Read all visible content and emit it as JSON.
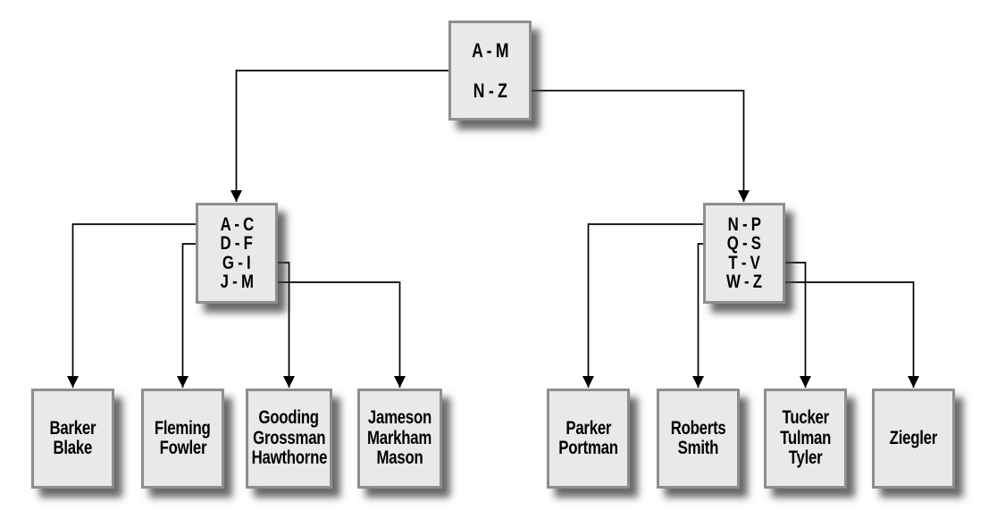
{
  "diagram": {
    "type": "b-tree-index-tree",
    "background_color": "#ffffff",
    "box_fill_color": "#e9e9e9",
    "box_border_color": "#8e8e8e",
    "line_color": "#000000",
    "shadow_color": "#404040",
    "root_node": {
      "entries": [
        "A - M",
        "N - Z"
      ]
    },
    "internal_nodes": [
      {
        "entries": [
          "A - C",
          "D - F",
          "G - I",
          "J - M"
        ]
      },
      {
        "entries": [
          "N - P",
          "Q - S",
          "T - V",
          "W - Z"
        ]
      }
    ],
    "leaf_nodes": [
      {
        "names": [
          "Barker",
          "Blake"
        ]
      },
      {
        "names": [
          "Fleming",
          "Fowler"
        ]
      },
      {
        "names": [
          "Gooding",
          "Grossman",
          "Hawthorne"
        ]
      },
      {
        "names": [
          "Jameson",
          "Markham",
          "Mason"
        ]
      },
      {
        "names": [
          "Parker",
          "Portman"
        ]
      },
      {
        "names": [
          "Roberts",
          "Smith"
        ]
      },
      {
        "names": [
          "Tucker",
          "Tulman",
          "Tyler"
        ]
      },
      {
        "names": [
          "Ziegler"
        ]
      }
    ],
    "edges": [
      {
        "from": "root A - M",
        "to": "internal A-C..J-M"
      },
      {
        "from": "root N - Z",
        "to": "internal N-P..W-Z"
      },
      {
        "from": "internal A - C",
        "to": "leaf Barker/Blake"
      },
      {
        "from": "internal D - F",
        "to": "leaf Fleming/Fowler"
      },
      {
        "from": "internal G - I",
        "to": "leaf Gooding/Grossman/Hawthorne"
      },
      {
        "from": "internal J - M",
        "to": "leaf Jameson/Markham/Mason"
      },
      {
        "from": "internal N - P",
        "to": "leaf Parker/Portman"
      },
      {
        "from": "internal Q - S",
        "to": "leaf Roberts/Smith"
      },
      {
        "from": "internal T - V",
        "to": "leaf Tucker/Tulman/Tyler"
      },
      {
        "from": "internal W - Z",
        "to": "leaf Ziegler"
      }
    ]
  }
}
